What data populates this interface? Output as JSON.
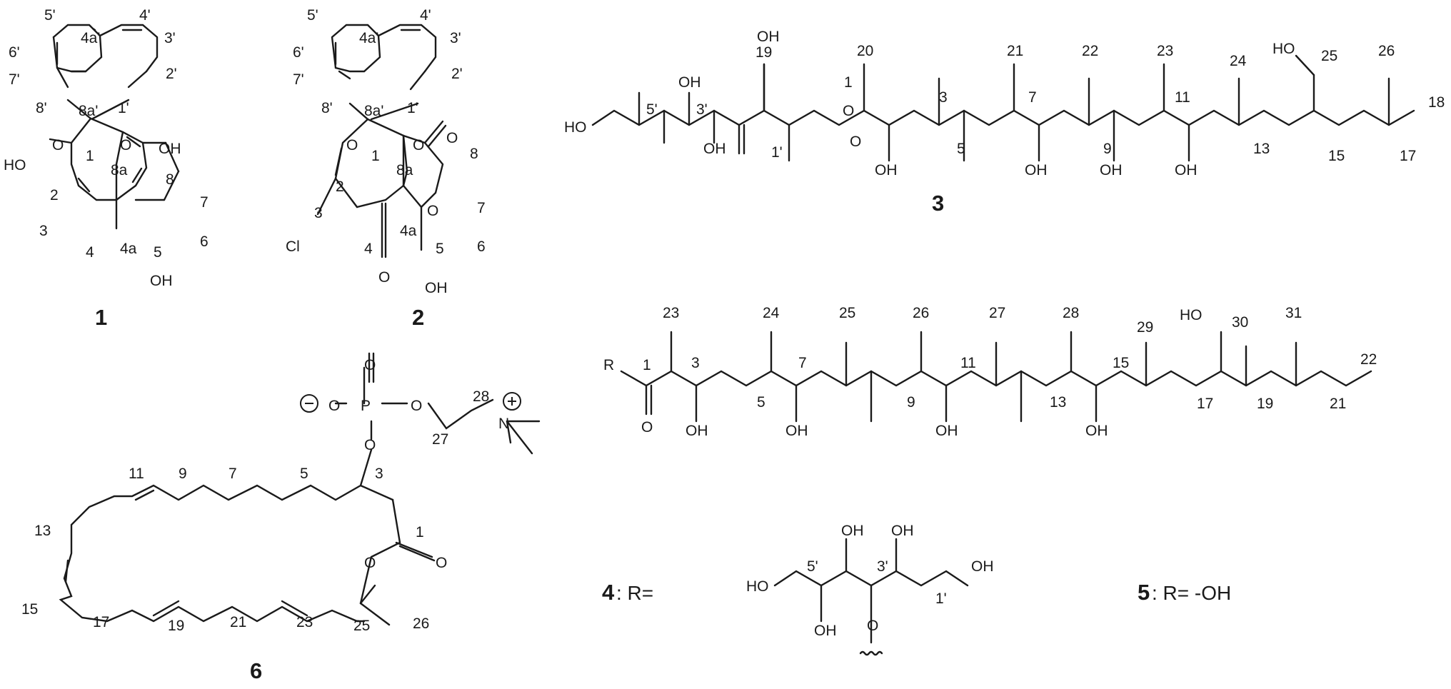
{
  "compounds": [
    {
      "id": "1",
      "label": "1",
      "atom_labels": [
        "5'",
        "4'",
        "4a'",
        "3'",
        "6'",
        "2'",
        "7'",
        "8'",
        "8a'",
        "1'",
        "O",
        "O",
        "1",
        "8a",
        "8",
        "OH",
        "HO",
        "2",
        "7",
        "3",
        "6",
        "4a",
        "4",
        "5",
        "OH"
      ]
    },
    {
      "id": "2",
      "label": "2",
      "atom_labels": [
        "5'",
        "4'",
        "4a'",
        "3'",
        "6'",
        "2'",
        "7'",
        "8'",
        "8a'",
        "1'",
        "O",
        "O",
        "1",
        "8a",
        "8",
        "O",
        "2",
        "7",
        "3",
        "O",
        "Cl",
        "4",
        "4a",
        "6",
        "5",
        "O",
        "OH"
      ]
    },
    {
      "id": "3",
      "label": "3",
      "atom_labels": [
        "19",
        "20",
        "21",
        "22",
        "23",
        "24",
        "HO",
        "25",
        "26",
        "18",
        "OH",
        "OH",
        "1",
        "3",
        "HO",
        "5'",
        "3'",
        "1'",
        "O",
        "17",
        "15",
        "13",
        "11",
        "9",
        "7",
        "5",
        "O",
        "OH",
        "OH",
        "OH",
        "OH",
        "OH"
      ]
    },
    {
      "id": "4",
      "label": "4",
      "r_group_text": ": R=",
      "atom_labels": [
        "23",
        "24",
        "25",
        "26",
        "27",
        "28",
        "29",
        "HO",
        "30",
        "31",
        "22",
        "R",
        "1",
        "3",
        "5",
        "7",
        "9",
        "11",
        "13",
        "15",
        "17",
        "19",
        "21",
        "O",
        "OH",
        "OH",
        "OH",
        "OH"
      ]
    },
    {
      "id": "5",
      "label": "5",
      "r_group_text": ": R= -OH"
    },
    {
      "id": "sugar",
      "atom_labels": [
        "OH",
        "OH",
        "HO",
        "5'",
        "3'",
        "1'",
        "OH",
        "OH",
        "O"
      ]
    },
    {
      "id": "6",
      "label": "6",
      "atom_labels": [
        "O",
        "O",
        "P",
        "O",
        "28",
        "O",
        "3",
        "27",
        "N",
        "11",
        "9",
        "7",
        "5",
        "1",
        "13",
        "O",
        "O",
        "15",
        "17",
        "19",
        "21",
        "23",
        "25",
        "26"
      ]
    }
  ]
}
